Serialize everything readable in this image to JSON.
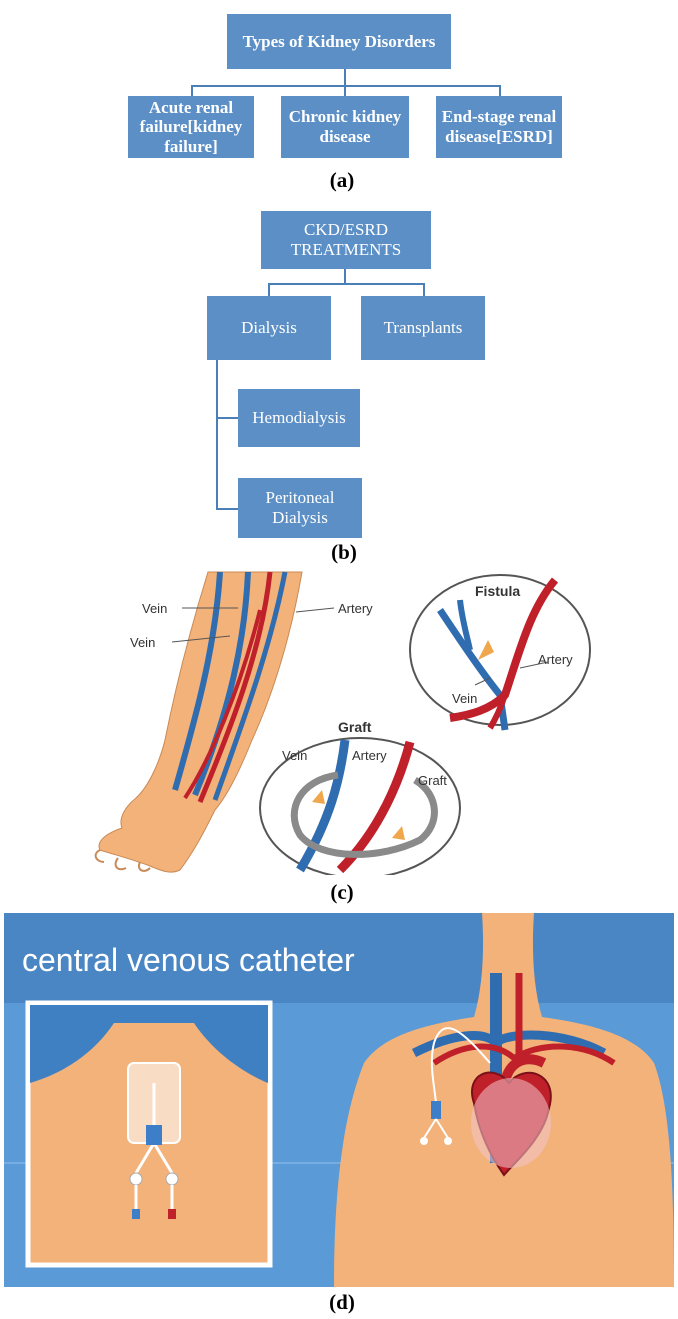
{
  "panel_a": {
    "root": "Types of Kidney Disorders",
    "children": [
      "Acute renal failure[kidney failure]",
      "Chronic kidney disease",
      "End-stage renal disease[ESRD]"
    ],
    "caption": "(a)"
  },
  "panel_b": {
    "root": "CKD/ESRD TREATMENTS",
    "dialysis": "Dialysis",
    "transplants": "Transplants",
    "hemodialysis": "Hemodialysis",
    "peritoneal": "Peritoneal Dialysis",
    "caption": "(b)"
  },
  "panel_c": {
    "labels": {
      "vein_top": "Vein",
      "vein_mid": "Vein",
      "artery_arm": "Artery",
      "fistula_title": "Fistula",
      "fistula_vein": "Vein",
      "fistula_artery": "Artery",
      "graft_title": "Graft",
      "graft_vein": "Vein",
      "graft_artery": "Artery",
      "graft_graft": "Graft"
    },
    "caption": "(c)"
  },
  "panel_d": {
    "title": "central venous catheter",
    "caption": "(d)"
  },
  "colors": {
    "box": "#5b8fc6",
    "vein": "#2f6db0",
    "artery": "#c0202a",
    "skin": "#f2b27a",
    "banner": "#4f8fcf"
  }
}
